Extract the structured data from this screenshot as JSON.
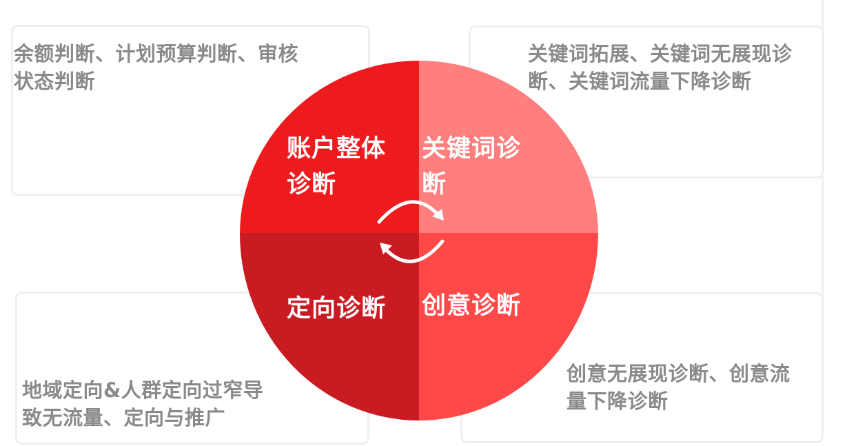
{
  "colors": {
    "account": "#ee1b1e",
    "keyword": "#ff7f7f",
    "targeting": "#c81b22",
    "creative": "#ff4848",
    "card_text": "#8a8a8a",
    "card_border": "#efefef"
  },
  "segments": [
    {
      "id": "account",
      "lines": [
        "账户整体",
        "诊断"
      ]
    },
    {
      "id": "keyword",
      "lines": [
        "关键词诊",
        "断"
      ]
    },
    {
      "id": "targeting",
      "lines": [
        "定向诊断"
      ]
    },
    {
      "id": "creative",
      "lines": [
        "创意诊断"
      ]
    }
  ],
  "cards": [
    {
      "id": "account",
      "lines": [
        "余额判断、计划预算判断、审核",
        "状态判断"
      ]
    },
    {
      "id": "keyword",
      "lines": [
        "关键词拓展、关键词无展现诊",
        "断、关键词流量下降诊断"
      ]
    },
    {
      "id": "targeting",
      "lines": [
        "地域定向&人群定向过窄导",
        "致无流量、定向与推广"
      ]
    },
    {
      "id": "creative",
      "lines": [
        "创意无展现诊断、创意流",
        "量下降诊断"
      ]
    }
  ],
  "center_icon": "cycle-arrows-icon"
}
